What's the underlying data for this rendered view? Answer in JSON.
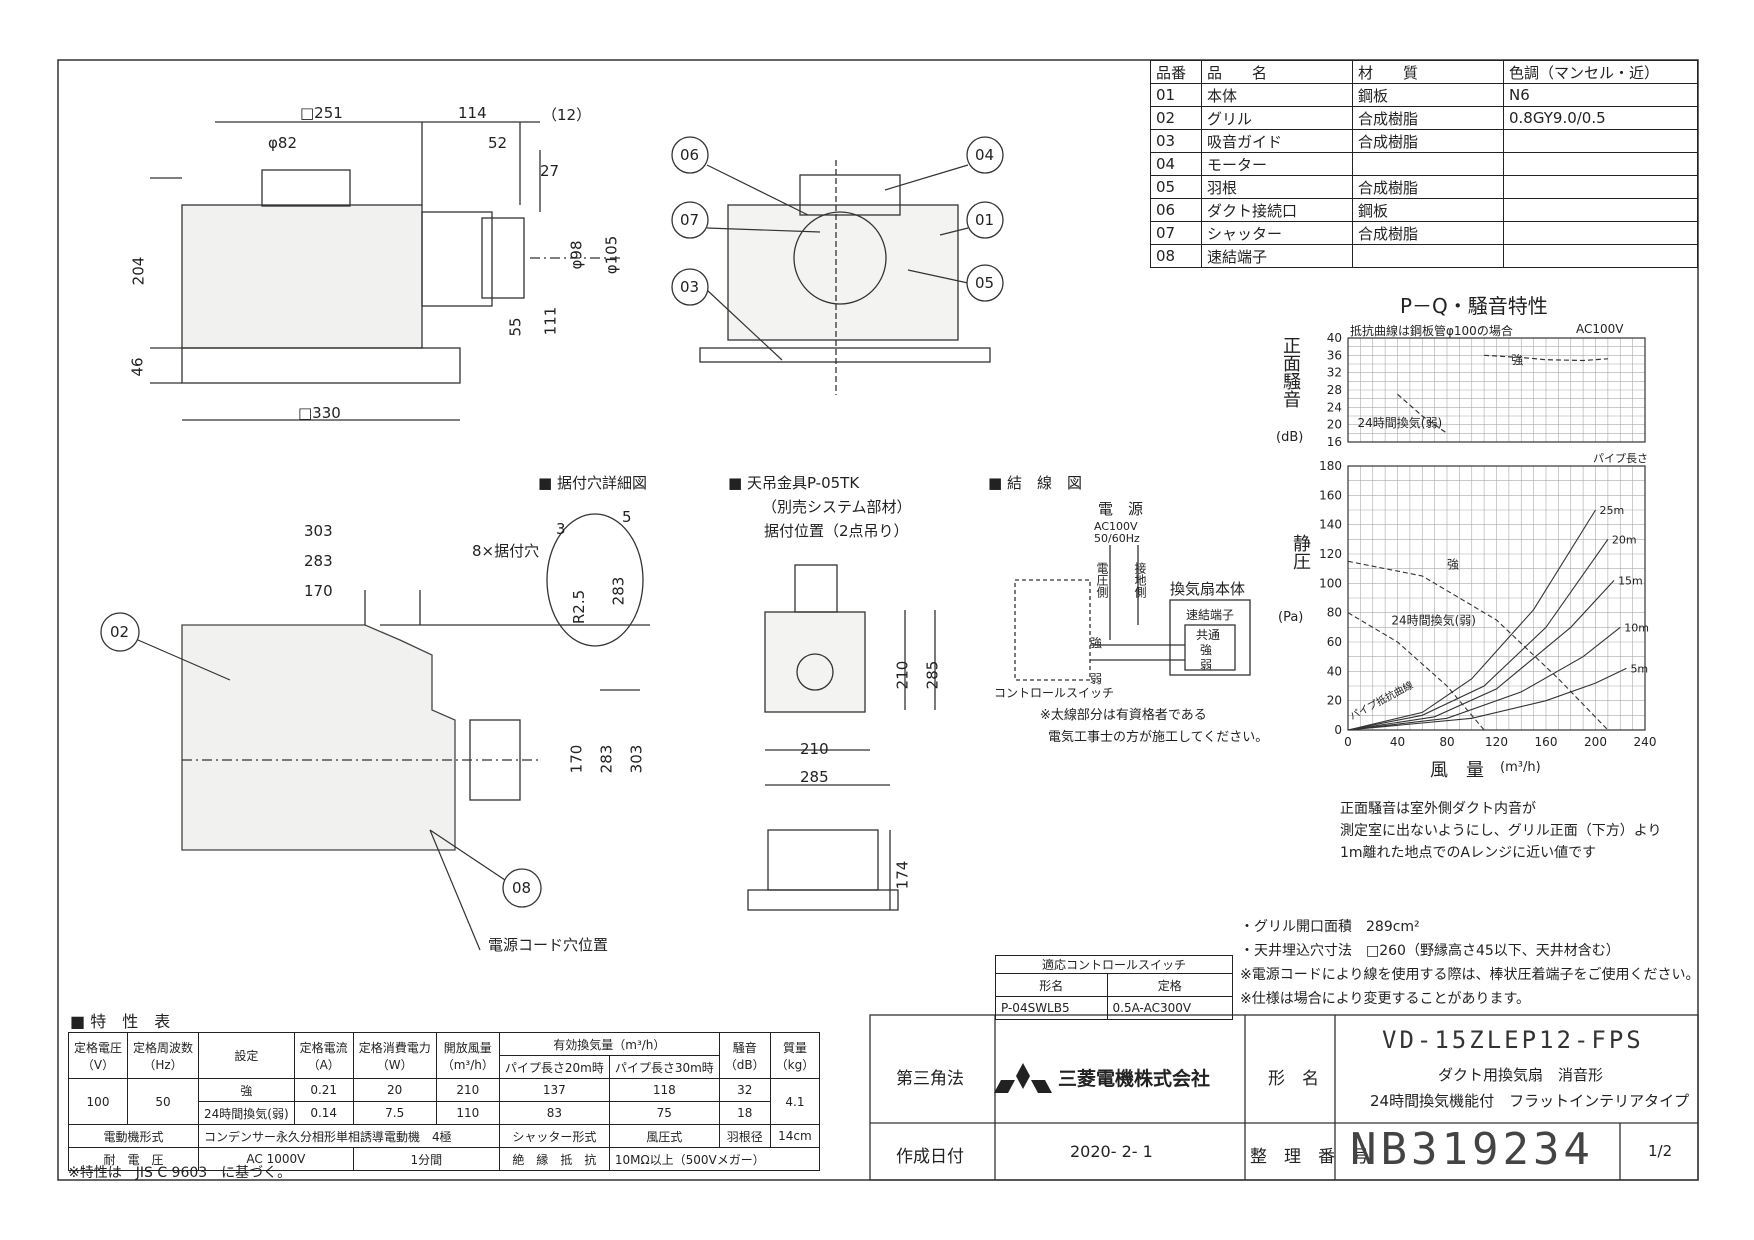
{
  "parts_table": {
    "headers": [
      "品番",
      "品　　名",
      "材　　質",
      "色調（マンセル・近）"
    ],
    "rows": [
      [
        "01",
        "本体",
        "鋼板",
        "N6"
      ],
      [
        "02",
        "グリル",
        "合成樹脂",
        "0.8GY9.0/0.5"
      ],
      [
        "03",
        "吸音ガイド",
        "合成樹脂",
        ""
      ],
      [
        "04",
        "モーター",
        "",
        ""
      ],
      [
        "05",
        "羽根",
        "合成樹脂",
        ""
      ],
      [
        "06",
        "ダクト接続口",
        "鋼板",
        ""
      ],
      [
        "07",
        "シャッター",
        "合成樹脂",
        ""
      ],
      [
        "08",
        "速結端子",
        "",
        ""
      ]
    ]
  },
  "dims_top": {
    "sq251": "□251",
    "d114": "114",
    "d12": "（12）",
    "phi82": "φ82",
    "d52": "52",
    "d27": "27",
    "d204": "204",
    "d46": "46",
    "phi98": "φ98",
    "phi105": "φ105",
    "d55": "55",
    "d111": "111",
    "sq330": "□330"
  },
  "callouts": [
    "06",
    "07",
    "03",
    "04",
    "01",
    "05",
    "02",
    "08"
  ],
  "mount_detail": {
    "title": "据付穴詳細図",
    "d303": "303",
    "d283": "283",
    "d170": "170",
    "holes": "8×据付穴",
    "d3": "3",
    "d5": "5",
    "r25": "R2.5",
    "d283v": "283",
    "v170": "170",
    "v283": "283",
    "v303": "303",
    "cord": "電源コード穴位置"
  },
  "hanger": {
    "title": "天吊金具P-05TK",
    "sub1": "（別売システム部材）",
    "sub2": "据付位置（2点吊り）",
    "d210v": "210",
    "d285v": "285",
    "d210h": "210",
    "d285h": "285",
    "d174": "174"
  },
  "wiring": {
    "title": "結　線　図",
    "power": "電　源",
    "ac": "AC100V",
    "hz": "50/60Hz",
    "volt_side": "電圧側",
    "ground_side": "接地側",
    "fan_body": "換気扇本体",
    "terminal": "速結端子",
    "common": "共通",
    "strong": "強",
    "weak": "弱",
    "strong2": "強",
    "weak2": "弱",
    "switch": "コントロールスイッチ",
    "note1": "※太線部分は有資格者である",
    "note2": "電気工事士の方が施工してください。"
  },
  "chart_data": {
    "type": "line",
    "title": "P－Q・騒音特性",
    "note": "抵抗曲線は鋼板管φ100の場合",
    "voltage": "AC100V",
    "noise_panel": {
      "ylabel": "正面騒音",
      "yunit": "(dB)",
      "ylim": [
        16,
        40
      ],
      "yticks": [
        "40",
        "36",
        "32",
        "28",
        "24",
        "20",
        "16"
      ],
      "series": [
        {
          "name": "強",
          "x": [
            110,
            140,
            160,
            190,
            210
          ],
          "y": [
            36,
            35.5,
            35,
            34.8,
            35.2
          ]
        },
        {
          "name": "24時間換気(弱)",
          "x": [
            40,
            60,
            80
          ],
          "y": [
            27,
            22,
            18
          ]
        }
      ]
    },
    "pq_panel": {
      "ylabel": "静圧",
      "yunit": "(Pa)",
      "xlabel": "風　量",
      "xunit": "(m³/h)",
      "xlim": [
        0,
        240
      ],
      "ylim": [
        0,
        180
      ],
      "xticks": [
        "0",
        "40",
        "80",
        "120",
        "160",
        "200",
        "240"
      ],
      "yticks": [
        "180",
        "160",
        "140",
        "120",
        "100",
        "80",
        "60",
        "40",
        "20",
        "0"
      ],
      "pipe_label": "パイプ長さ",
      "pipe_curves": [
        {
          "name": "25m",
          "x": [
            0,
            60,
            100,
            150,
            200
          ],
          "y": [
            0,
            12,
            35,
            82,
            150
          ]
        },
        {
          "name": "20m",
          "x": [
            0,
            60,
            110,
            160,
            210
          ],
          "y": [
            0,
            10,
            30,
            70,
            130
          ]
        },
        {
          "name": "15m",
          "x": [
            0,
            70,
            120,
            180,
            215
          ],
          "y": [
            0,
            9,
            28,
            70,
            102
          ]
        },
        {
          "name": "10m",
          "x": [
            0,
            80,
            140,
            190,
            220
          ],
          "y": [
            0,
            8,
            26,
            50,
            70
          ]
        },
        {
          "name": "5m",
          "x": [
            0,
            100,
            160,
            200,
            225
          ],
          "y": [
            0,
            8,
            20,
            32,
            42
          ]
        }
      ],
      "pipe_resistance_label": "パイプ抵抗曲線",
      "fan_curves": [
        {
          "name": "強",
          "x": [
            0,
            60,
            120,
            170,
            210
          ],
          "y": [
            115,
            105,
            75,
            35,
            0
          ]
        },
        {
          "name": "24時間換気(弱)",
          "x": [
            0,
            40,
            80,
            110
          ],
          "y": [
            80,
            60,
            30,
            0
          ]
        }
      ]
    }
  },
  "chart_notes": [
    "正面騒音は室外側ダクト内音が",
    "測定室に出ないようにし、グリル正面（下方）より",
    "1m離れた地点でのAレンジに近い値です"
  ],
  "spec_notes": [
    "・グリル開口面積　289cm²",
    "・天井埋込穴寸法　□260（野縁高さ45以下、天井材含む）",
    "※電源コードにより線を使用する際は、棒状圧着端子をご使用ください。",
    "※仕様は場合により変更することがあります。"
  ],
  "switch_table": {
    "title": "適応コントロールスイッチ",
    "h1": "形名",
    "h2": "定格",
    "v1": "P-04SWLB5",
    "v2": "0.5A-AC300V"
  },
  "char_table": {
    "title": "特　性　表",
    "h_voltage": "定格電圧",
    "u_voltage": "（V）",
    "h_freq": "定格周波数",
    "u_freq": "（Hz）",
    "h_setting": "設定",
    "h_current": "定格電流",
    "u_current": "（A）",
    "h_power": "定格消費電力",
    "u_power": "（W）",
    "h_open": "開放風量",
    "u_open": "（m³/h）",
    "h_eff": "有効換気量（m³/h）",
    "h_20": "パイプ長さ20m時",
    "h_30": "パイプ長さ30m時",
    "h_noise": "騒音",
    "u_noise": "（dB）",
    "h_mass": "質量",
    "u_mass": "（kg）",
    "voltage": "100",
    "freq": "50",
    "mass": "4.1",
    "rows": [
      {
        "setting": "強",
        "current": "0.21",
        "power": "20",
        "open": "210",
        "p20": "137",
        "p30": "118",
        "noise": "32"
      },
      {
        "setting": "24時間換気(弱)",
        "current": "0.14",
        "power": "7.5",
        "open": "110",
        "p20": "83",
        "p30": "75",
        "noise": "18"
      }
    ],
    "motor_label": "電動機形式",
    "motor": "コンデンサー永久分相形単相誘導電動機　4極",
    "shutter_label": "シャッター形式",
    "shutter": "風圧式",
    "blade_label": "羽根径",
    "blade": "14cm",
    "withstand_label": "耐　電　圧",
    "withstand": "AC 1000V",
    "withstand_time": "1分間",
    "insul_label": "絶　縁　抵　抗",
    "insul": "10MΩ以上（500Vメガー）",
    "footnote": "※特性は　JIS C 9603　に基づく。"
  },
  "title_block": {
    "projection": "第三角法",
    "company": "三菱電機株式会社",
    "model_label": "形　名",
    "model": "VD-15ZLEP12-FPS",
    "desc1": "ダクト用換気扇　消音形",
    "desc2": "24時間換気機能付　フラットインテリアタイプ",
    "date_label": "作成日付",
    "date": "2020- 2- 1",
    "ref_label": "整　理　番　号",
    "ref": "NB319234",
    "page": "1/2"
  }
}
